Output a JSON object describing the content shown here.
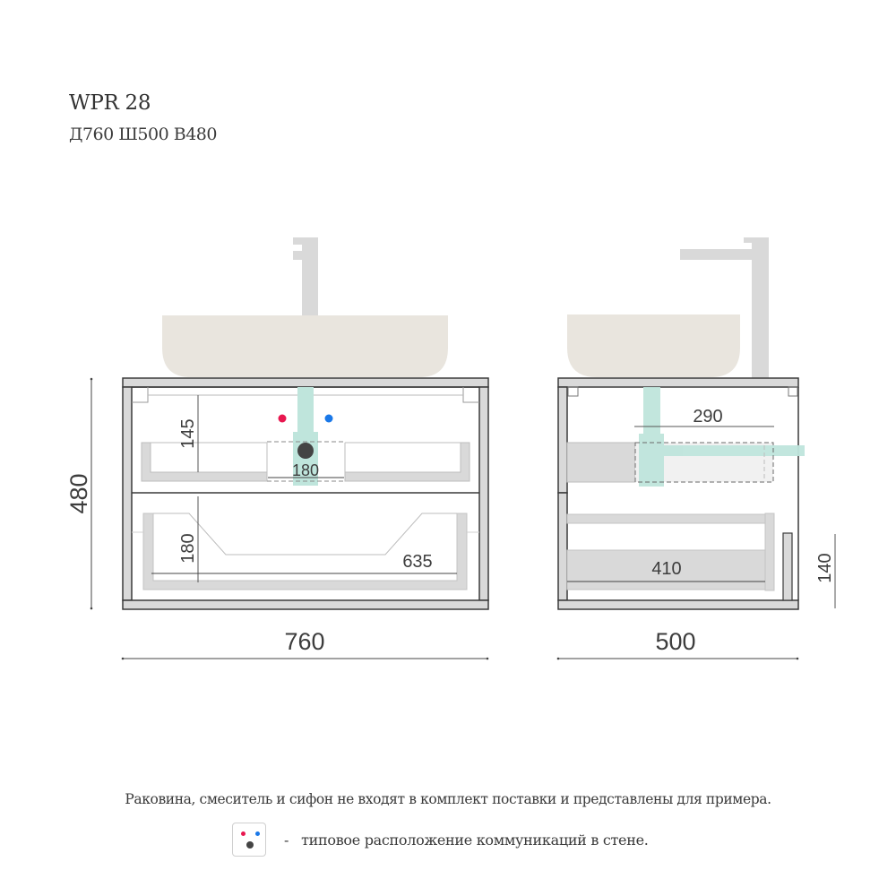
{
  "header": {
    "model": "WPR 28",
    "dimensions": "Д760 Ш500 В480"
  },
  "front_view": {
    "height_label": "480",
    "width_label": "760",
    "upper_depth_label": "145",
    "siphon_cutout_label": "180",
    "lower_drawer_height_label": "180",
    "lower_drawer_width_label": "635"
  },
  "side_view": {
    "depth_label": "500",
    "siphon_offset_label": "290",
    "drawer_depth_label": "410",
    "drawer_front_height_label": "140"
  },
  "colors": {
    "outline": "#3a3a3a",
    "panel_fill": "#d9d9d9",
    "sink_fill": "#e9e5de",
    "faucet_fill": "#d9d9d9",
    "siphon_fill": "#bfe5dc",
    "hot_water": "#e8174f",
    "cold_water": "#1a78e8",
    "drain": "#444444"
  },
  "footer": {
    "note": "Раковина, смеситель и сифон не входят в комплект поставки и представлены для примера.",
    "legend_dash": "-",
    "legend_text": "типовое расположение коммуникаций в стене."
  }
}
